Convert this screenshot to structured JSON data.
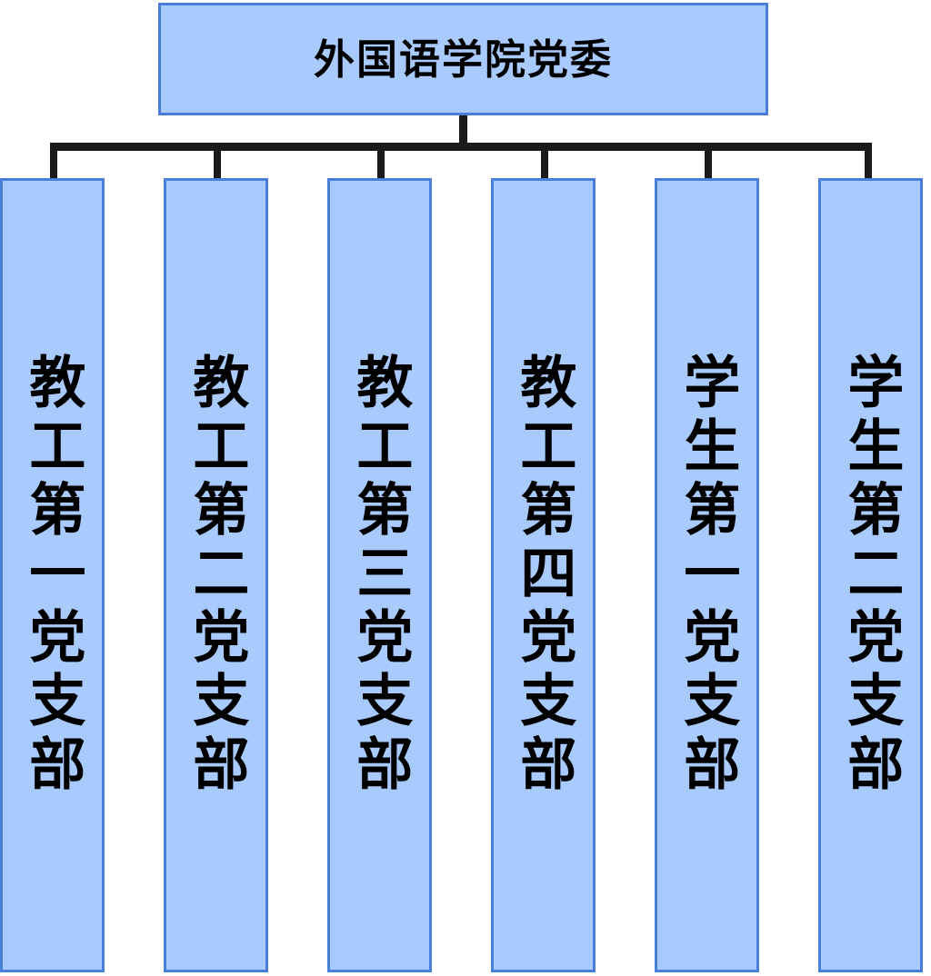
{
  "chart_data": {
    "type": "diagram",
    "diagram_kind": "organization-chart",
    "title": "外国语学院党委",
    "orientation": "top-down",
    "levels": 2,
    "node_count": 7,
    "edge_count": 6,
    "colors": {
      "node_fill": "#a9cafc",
      "node_border": "#4a7edb",
      "connector": "#1a1a1a",
      "text": "#000000",
      "background": "#ffffff"
    },
    "nodes": [
      {
        "id": "root",
        "label": "外国语学院党委",
        "level": 0,
        "text_direction": "horizontal"
      },
      {
        "id": "c1",
        "label": "教工第一党支部",
        "level": 1,
        "text_direction": "vertical"
      },
      {
        "id": "c2",
        "label": "教工第二党支部",
        "level": 1,
        "text_direction": "vertical"
      },
      {
        "id": "c3",
        "label": "教工第三党支部",
        "level": 1,
        "text_direction": "vertical"
      },
      {
        "id": "c4",
        "label": "教工第四党支部",
        "level": 1,
        "text_direction": "vertical"
      },
      {
        "id": "c5",
        "label": "学生第一党支部",
        "level": 1,
        "text_direction": "vertical"
      },
      {
        "id": "c6",
        "label": "学生第二党支部",
        "level": 1,
        "text_direction": "vertical"
      }
    ],
    "edges": [
      {
        "from": "root",
        "to": "c1"
      },
      {
        "from": "root",
        "to": "c2"
      },
      {
        "from": "root",
        "to": "c3"
      },
      {
        "from": "root",
        "to": "c4"
      },
      {
        "from": "root",
        "to": "c5"
      },
      {
        "from": "root",
        "to": "c6"
      }
    ]
  },
  "root": {
    "label": "外国语学院党委"
  },
  "children": [
    {
      "label": "教工第一党支部"
    },
    {
      "label": "教工第二党支部"
    },
    {
      "label": "教工第三党支部"
    },
    {
      "label": "教工第四党支部"
    },
    {
      "label": "学生第一党支部"
    },
    {
      "label": "学生第二党支部"
    }
  ]
}
